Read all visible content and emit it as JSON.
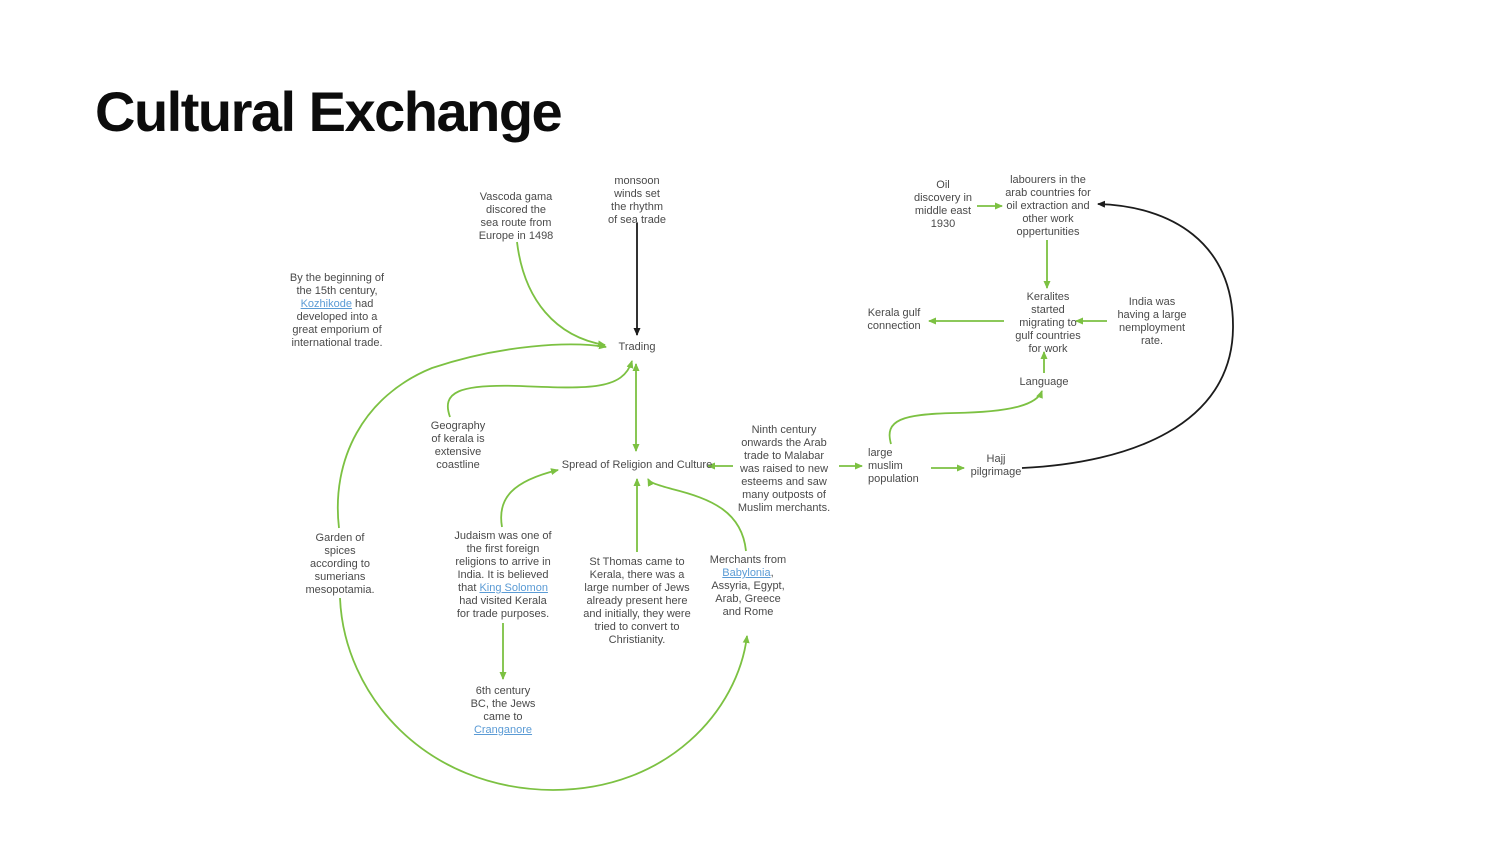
{
  "title": "Cultural Exchange",
  "colors": {
    "green": "#7cc142",
    "black": "#1c1c1c",
    "text": "#4a4a4a",
    "link": "#5b9bd5"
  },
  "nodes": {
    "vascoda": {
      "lines": [
        [
          "Vascoda gama"
        ],
        [
          "discored the"
        ],
        [
          "sea route from"
        ],
        [
          "Europe in 1498"
        ]
      ]
    },
    "monsoon": {
      "lines": [
        [
          "monsoon"
        ],
        [
          "winds set"
        ],
        [
          "the rhythm"
        ],
        [
          "of sea trade"
        ]
      ]
    },
    "oil": {
      "lines": [
        [
          "Oil"
        ],
        [
          "discovery in"
        ],
        [
          "middle east"
        ],
        [
          "1930"
        ]
      ]
    },
    "labourers": {
      "lines": [
        [
          "labourers in the"
        ],
        [
          "arab countries for"
        ],
        [
          "oil extraction and"
        ],
        [
          "other work"
        ],
        [
          "oppertunities"
        ]
      ]
    },
    "kozhikode": {
      "lines": [
        [
          "By the beginning of"
        ],
        [
          "the 15th century,"
        ],
        [
          {
            "t": "Kozhikode",
            "link": true
          },
          " had"
        ],
        [
          "developed into a"
        ],
        [
          "great emporium of"
        ],
        [
          "international trade."
        ]
      ]
    },
    "trading": {
      "lines": [
        [
          "Trading"
        ]
      ]
    },
    "kerala_gulf": {
      "lines": [
        [
          "Kerala gulf"
        ],
        [
          "connection"
        ]
      ]
    },
    "keralites": {
      "lines": [
        [
          "Keralites"
        ],
        [
          "started"
        ],
        [
          "migrating to"
        ],
        [
          "gulf countries"
        ],
        [
          "for work"
        ]
      ]
    },
    "india": {
      "lines": [
        [
          "India was"
        ],
        [
          "having a large"
        ],
        [
          "nemployment"
        ],
        [
          "rate."
        ]
      ]
    },
    "language": {
      "lines": [
        [
          "Language"
        ]
      ]
    },
    "geography": {
      "lines": [
        [
          "Geography"
        ],
        [
          "of kerala is"
        ],
        [
          "extensive"
        ],
        [
          "coastline"
        ]
      ]
    },
    "spread": {
      "lines": [
        [
          "Spread of Religion and Culture"
        ]
      ]
    },
    "ninth": {
      "lines": [
        [
          "Ninth century"
        ],
        [
          "onwards the Arab"
        ],
        [
          "trade to Malabar"
        ],
        [
          "was raised to new"
        ],
        [
          "esteems and saw"
        ],
        [
          "many outposts of"
        ],
        [
          "Muslim merchants."
        ]
      ]
    },
    "muslim_pop": {
      "lines": [
        [
          "large"
        ],
        [
          "muslim"
        ],
        [
          "population"
        ]
      ]
    },
    "hajj": {
      "lines": [
        [
          "Hajj"
        ],
        [
          "pilgrimage"
        ]
      ]
    },
    "garden": {
      "lines": [
        [
          "Garden of"
        ],
        [
          "spices"
        ],
        [
          "according to"
        ],
        [
          "sumerians"
        ],
        [
          "mesopotamia."
        ]
      ]
    },
    "judaism": {
      "lines": [
        [
          "Judaism was one of"
        ],
        [
          "the first foreign"
        ],
        [
          "religions to arrive in"
        ],
        [
          "India. It is believed"
        ],
        [
          "that ",
          {
            "t": "King Solomon",
            "link": true
          }
        ],
        [
          "had visited Kerala"
        ],
        [
          "for trade purposes."
        ]
      ]
    },
    "st_thomas": {
      "lines": [
        [
          "St Thomas came to"
        ],
        [
          "Kerala, there was a"
        ],
        [
          "large number of Jews"
        ],
        [
          "already present here"
        ],
        [
          "and initially, they were"
        ],
        [
          "tried to convert to"
        ],
        [
          "Christianity."
        ]
      ]
    },
    "merchants": {
      "lines": [
        [
          "Merchants from"
        ],
        [
          {
            "t": "Babylonia",
            "link": true
          },
          ","
        ],
        [
          "Assyria, Egypt,"
        ],
        [
          "Arab, Greece"
        ],
        [
          "and Rome"
        ]
      ]
    },
    "sixth": {
      "lines": [
        [
          "6th century"
        ],
        [
          "BC, the Jews"
        ],
        [
          "came to"
        ],
        [
          {
            "t": "Cranganore",
            "link": true
          }
        ]
      ]
    }
  },
  "edges": [
    {
      "from": "vascoda",
      "to": "trading",
      "color": "green"
    },
    {
      "from": "monsoon",
      "to": "trading",
      "color": "black"
    },
    {
      "from": "garden",
      "to": "trading",
      "color": "green"
    },
    {
      "from": "geography",
      "to": "trading",
      "color": "green"
    },
    {
      "from": "trading",
      "to": "spread",
      "color": "green",
      "bidirectional": true
    },
    {
      "from": "oil",
      "to": "labourers",
      "color": "green"
    },
    {
      "from": "hajj",
      "to": "labourers",
      "color": "black"
    },
    {
      "from": "labourers",
      "to": "keralites",
      "color": "green"
    },
    {
      "from": "keralites",
      "to": "kerala_gulf",
      "color": "green"
    },
    {
      "from": "india",
      "to": "keralites",
      "color": "green"
    },
    {
      "from": "language",
      "to": "keralites",
      "color": "green"
    },
    {
      "from": "muslim_pop",
      "to": "language",
      "color": "green"
    },
    {
      "from": "ninth",
      "to": "spread",
      "color": "green"
    },
    {
      "from": "ninth",
      "to": "muslim_pop",
      "color": "green"
    },
    {
      "from": "muslim_pop",
      "to": "hajj",
      "color": "green"
    },
    {
      "from": "judaism",
      "to": "spread",
      "color": "green"
    },
    {
      "from": "st_thomas",
      "to": "spread",
      "color": "green"
    },
    {
      "from": "merchants",
      "to": "spread",
      "color": "green"
    },
    {
      "from": "judaism",
      "to": "sixth",
      "color": "green"
    },
    {
      "from": "garden",
      "to": "merchants",
      "color": "green"
    }
  ]
}
